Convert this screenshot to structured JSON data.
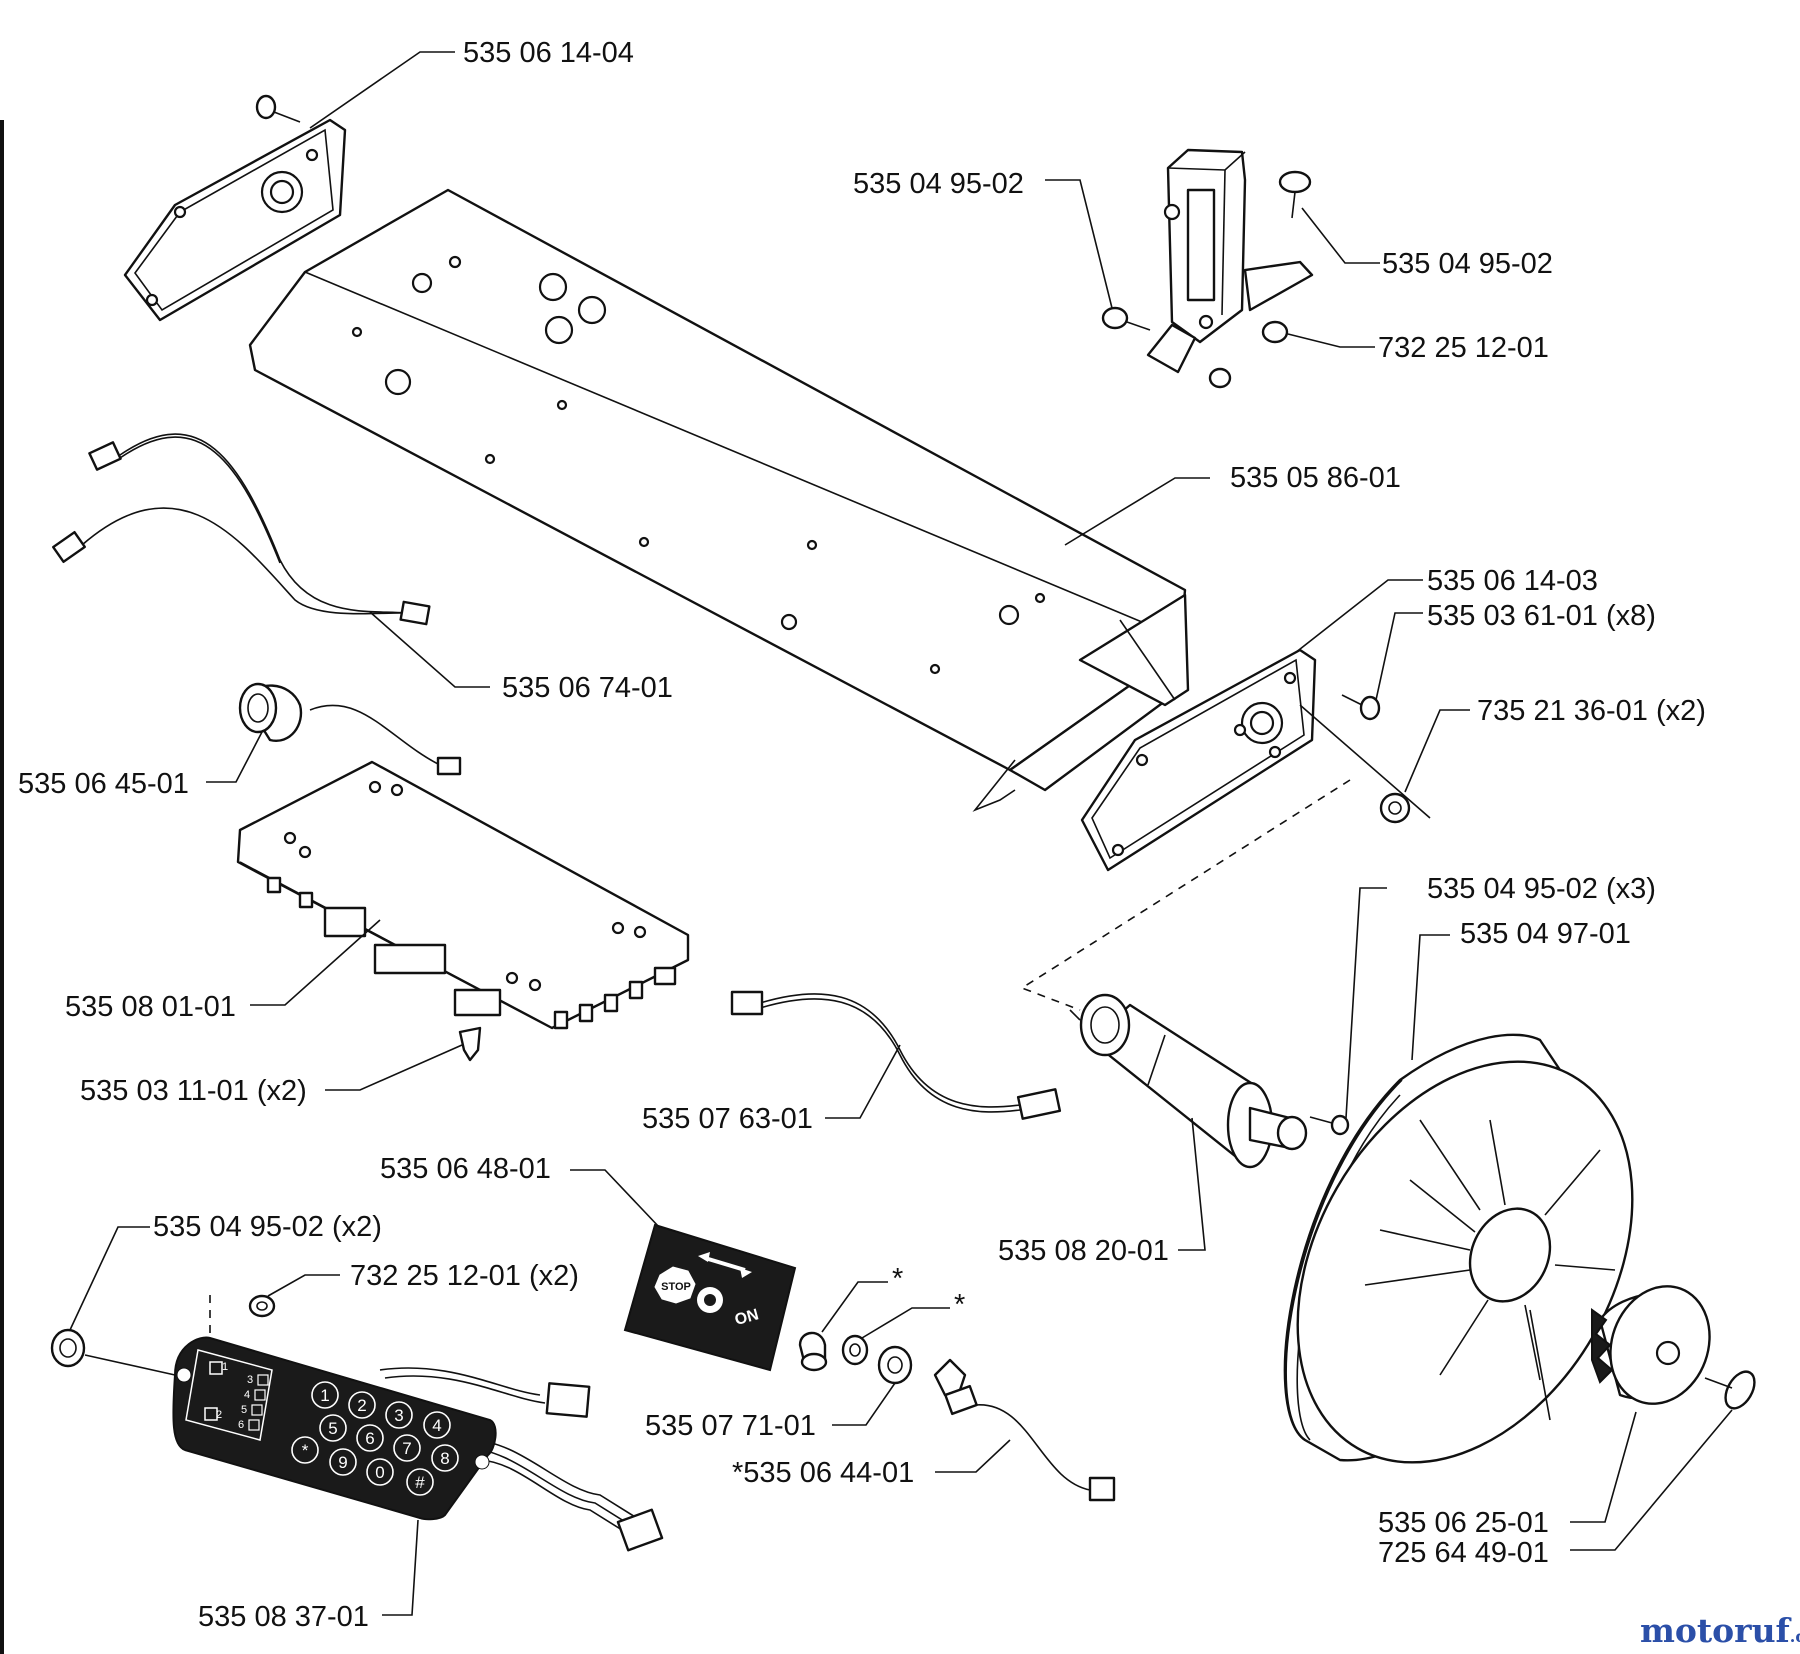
{
  "labels": {
    "end_plate_left": "535 06 14-04",
    "switch_screw_left": "535 04 95-02",
    "switch_screw_right": "535 04 95-02",
    "switch_nut": "732 25 12-01",
    "housing": "535 05 86-01",
    "wires": "535 06 74-01",
    "end_plate_right": "535 06 14-03",
    "plate_screw": "535 03 61-01 (x8)",
    "washer": "735 21 36-01 (x2)",
    "buzzer": "535 06 45-01",
    "circuit_board": "535 08 01-01",
    "clip": "535 03 11-01 (x2)",
    "motor_cable": "535 07 63-01",
    "wheel_screws": "535 04 95-02 (x3)",
    "wheel": "535 04 97-01",
    "stop_decal": "535 06 48-01",
    "motor": "535 08 20-01",
    "keypad_screw": "535 04 95-02 (x2)",
    "keypad_nut": "732 25 12-01 (x2)",
    "asterisk_1": "*",
    "asterisk_2": "*",
    "toggle_part": "535 07 71-01",
    "toggle_switch": "*535 06 44-01",
    "hub_cap": "535 06 25-01",
    "hub_screw": "725 64 49-01",
    "keypad": "535 08 37-01"
  },
  "stop_decal": {
    "stop": "STOP",
    "on": "ON"
  },
  "keypad": {
    "side_keys": [
      "1",
      "2",
      "3",
      "4",
      "5",
      "6"
    ],
    "number_keys": [
      "1",
      "2",
      "3",
      "4",
      "5",
      "6",
      "7",
      "8",
      "9",
      "0",
      "*",
      "#"
    ]
  },
  "watermark": {
    "main": "motoruf",
    "suffix": ".de"
  }
}
